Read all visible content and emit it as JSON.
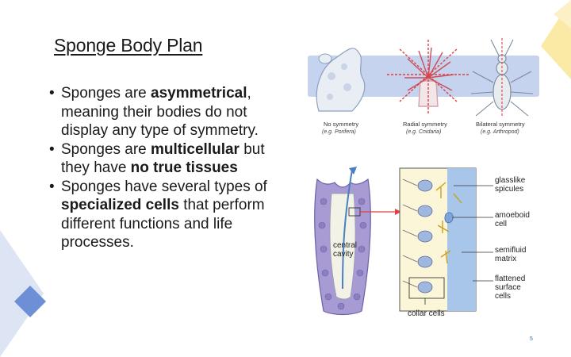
{
  "slide": {
    "title": "Sponge Body Plan",
    "page_number": "5"
  },
  "bullets": [
    {
      "parts": [
        "Sponges are ",
        "asymmetrical",
        ", meaning their bodies do not display any type of symmetry."
      ]
    },
    {
      "parts": [
        "Sponges are ",
        "multicellular",
        " but they have ",
        "no true tissues"
      ]
    },
    {
      "parts": [
        "Sponges have several types of ",
        "specialized cells",
        " that perform different functions and life processes."
      ]
    }
  ],
  "symmetry_figure": {
    "captions": [
      {
        "title": "No symmetry",
        "example": "(e.g. Porifera)"
      },
      {
        "title": "Radial symmetry",
        "example": "(e.g. Cnidaria)"
      },
      {
        "title": "Bilateral symmetry",
        "example": "(e.g. Arthropod)"
      }
    ],
    "band_color": "#c5d3ee"
  },
  "sponge_figure": {
    "cavity_label": [
      "central",
      "cavity"
    ],
    "labels": [
      [
        "glasslike",
        "spicules"
      ],
      [
        "amoeboid",
        "cell"
      ],
      [
        "semifluid",
        "matrix"
      ],
      [
        "flattened",
        "surface",
        "cells"
      ]
    ],
    "collar_label": "collar cells"
  },
  "colors": {
    "accent_blue": "#5b7fc7",
    "accent_yellow": "#f7d86a",
    "sponge_purple": "#8b7fc0"
  }
}
